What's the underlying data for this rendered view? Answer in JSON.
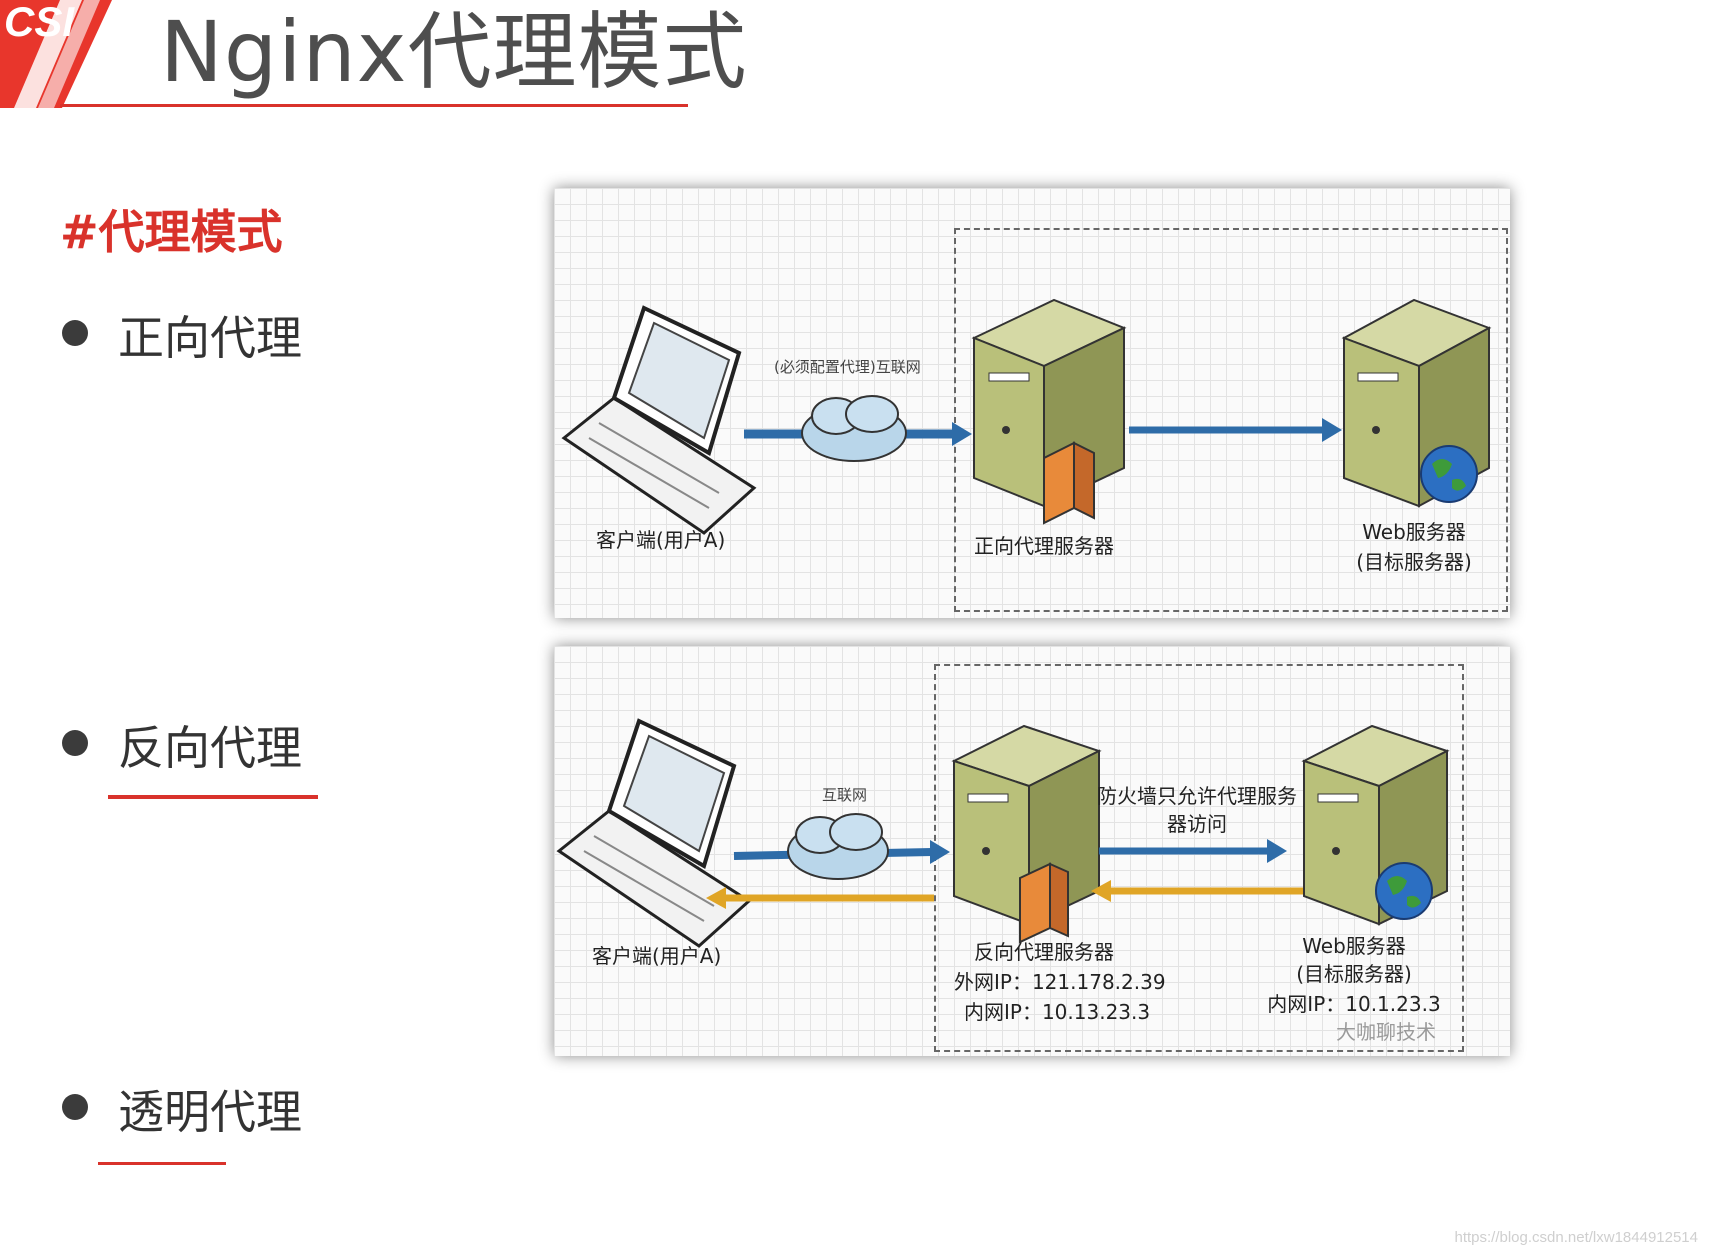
{
  "slide": {
    "logo_text": "CSI",
    "title": "Nginx代理模式",
    "section": "#代理模式",
    "bullets": [
      "正向代理",
      "反向代理",
      "透明代理"
    ]
  },
  "forward_diagram": {
    "client_label": "客户端(用户A)",
    "link_label": "(必须配置代理)互联网",
    "proxy_label": "正向代理服务器",
    "web_label_1": "Web服务器",
    "web_label_2": "(目标服务器)"
  },
  "reverse_diagram": {
    "link_label": "互联网",
    "firewall_label_1": "防火墙只允许代理服务",
    "firewall_label_2": "器访问",
    "client_label": "客户端(用户A)",
    "proxy_label": "反向代理服务器",
    "proxy_ext_ip": "外网IP：121.178.2.39",
    "proxy_int_ip": "内网IP：10.13.23.3",
    "web_label_1": "Web服务器",
    "web_label_2": "(目标服务器)",
    "web_int_ip": "内网IP：10.1.23.3",
    "stamp": "大咖聊技术"
  },
  "watermark": "https://blog.csdn.net/lxw1844912514",
  "colors": {
    "accent": "#d9322b",
    "request_arrow": "#2e6ca8",
    "response_arrow": "#e0a526",
    "server": "#b9c07a"
  }
}
